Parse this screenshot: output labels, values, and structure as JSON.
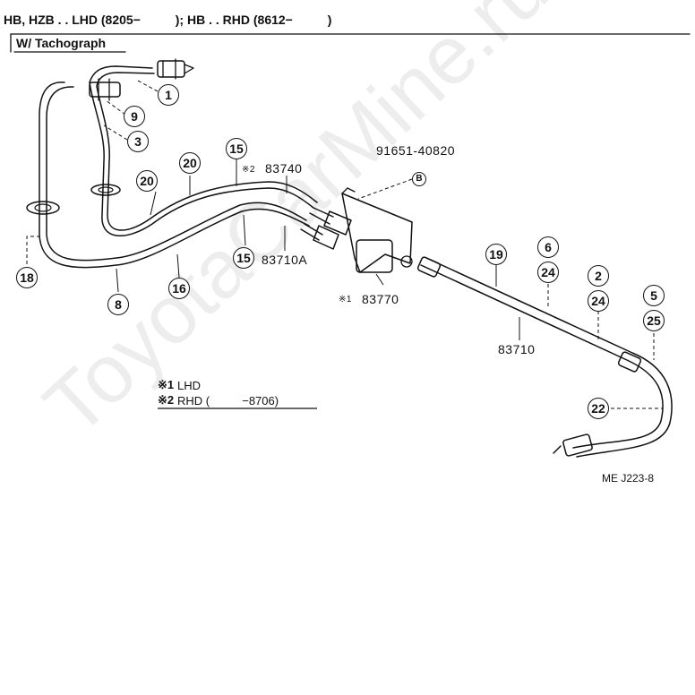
{
  "header": {
    "models": "HB, HZB . . LHD (8205−          ); HB . . RHD (8612−          )",
    "variant": "W/ Tachograph"
  },
  "callouts": [
    "1",
    "9",
    "3",
    "20",
    "20",
    "15",
    "15",
    "18",
    "8",
    "16",
    "19",
    "6",
    "24",
    "2",
    "24",
    "5",
    "25",
    "22"
  ],
  "part_numbers": {
    "p91651": "91651-40820",
    "b_mark": "B",
    "p83740": "83740",
    "p83710a": "83710A",
    "p83770": "83770",
    "p83710": "83710",
    "mark1": "※1",
    "mark2": "※2"
  },
  "legend": {
    "l1_mark": "※1",
    "l1_text": "LHD",
    "l2_mark": "※2",
    "l2_text": "RHD (          −8706)"
  },
  "figure_code": "ME J223-8",
  "watermark": "ToyotaCarMine.ru"
}
